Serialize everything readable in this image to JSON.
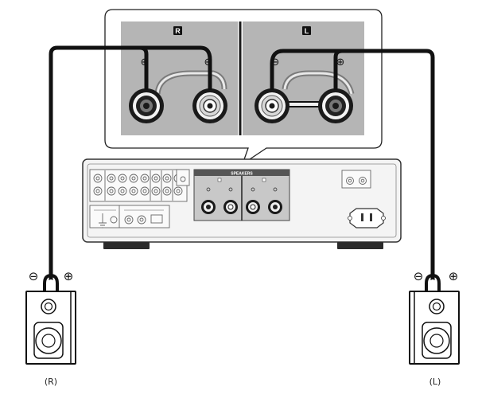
{
  "inset": {
    "right_channel_badge": "R",
    "left_channel_badge": "L",
    "plus_symbol": "⊕",
    "minus_symbol": "⊖"
  },
  "amplifier": {
    "speakers_panel_label": "SPEAKERS"
  },
  "speakers": [
    {
      "caption": "(R)",
      "minus_symbol": "⊖",
      "plus_symbol": "⊕"
    },
    {
      "caption": "(L)",
      "minus_symbol": "⊖",
      "plus_symbol": "⊕"
    }
  ],
  "colors": {
    "inset_panel": "#b5b5b5",
    "inset_divider": "#1a1a1a",
    "cable": "#111111",
    "amp_body": "#f4f4f4",
    "amp_outline": "#333333",
    "callout_border": "#222222"
  }
}
